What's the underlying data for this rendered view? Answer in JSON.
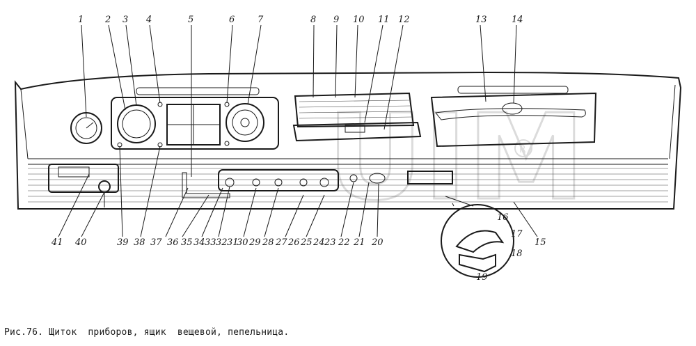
{
  "caption": "Рис.76. Щиток  приборов, ящик  вещевой, пепельница.",
  "callouts": {
    "c1": "1",
    "c2": "2",
    "c3": "3",
    "c4": "4",
    "c5": "5",
    "c6": "6",
    "c7": "7",
    "c8": "8",
    "c9": "9",
    "c10": "10",
    "c11": "11",
    "c12": "12",
    "c13": "13",
    "c14": "14",
    "c15": "15",
    "c16": "16",
    "c17": "17",
    "c18": "18",
    "c19": "19",
    "c20": "20",
    "c21": "21",
    "c22": "22",
    "c23": "23",
    "c24": "24",
    "c25": "25",
    "c26": "26",
    "c27": "27",
    "c28": "28",
    "c29": "29",
    "c30": "30",
    "c31": "31",
    "c32": "32",
    "c33": "33",
    "c34": "34",
    "c35": "35",
    "c36": "36",
    "c37": "37",
    "c38": "38",
    "c39": "39",
    "c40": "40",
    "c41": "41"
  },
  "watermark": "UIM",
  "colors": {
    "ink": "#1a1a1a",
    "paper": "#ffffff",
    "watermark": "#d9d9d9"
  }
}
